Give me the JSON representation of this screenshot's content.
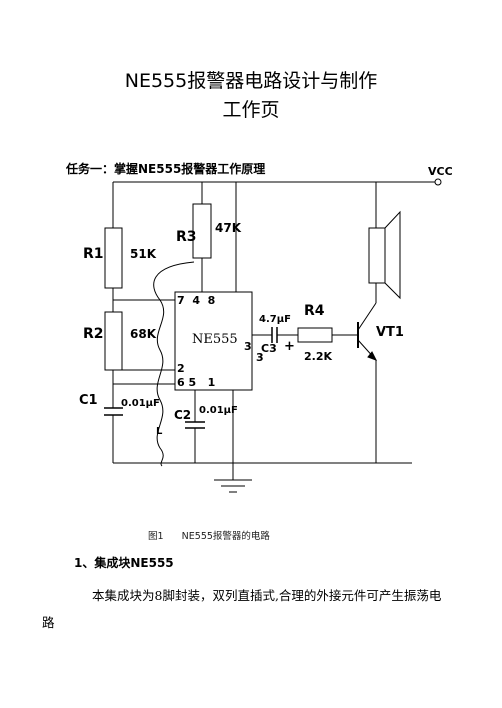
{
  "document": {
    "title_line1": "NE555报警器电路设计与制作",
    "title_line2": "工作页",
    "task_heading": "任务一：掌握NE555报警器工作原理",
    "figure_caption": "图1      NE555报警器的电路",
    "section_heading": "1、集成块NE555",
    "paragraph": "本集成块为8脚封装，双列直插式,合理的外接元件可产生振荡电路"
  },
  "circuit": {
    "vcc": "VCC",
    "r1_name": "R1",
    "r1_value": "51K",
    "r2_name": "R2",
    "r2_value": "68K",
    "r3_name": "R3",
    "r3_value": "47K",
    "r4_name": "R4",
    "r4_value": "2.2K",
    "c1_name": "C1",
    "c1_value": "0.01μF",
    "c2_name": "C2",
    "c2_value": "0.01μF",
    "c3_name": "C3",
    "c3_value": "4.7μF",
    "c3_plus": "+",
    "ic_name": "NE555",
    "pins_top": "7  4  8",
    "pin3_a": "3",
    "pin3_b": "3",
    "pin2": "2",
    "pins_bottom": "6 5   1",
    "vt1": "VT1",
    "inductor_label": "L"
  }
}
